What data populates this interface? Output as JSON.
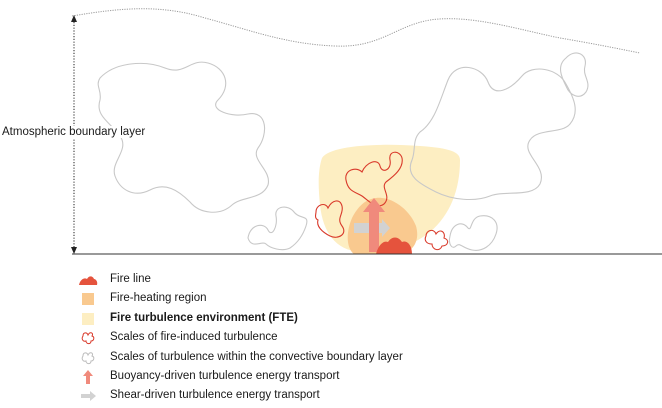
{
  "diagram": {
    "atmospheric_boundary_layer_label": "Atmospheric boundary layer"
  },
  "colors": {
    "fire_line": "#e5533d",
    "fire_heating_region": "#f9c98f",
    "fire_turbulence_environment": "#fdeec2",
    "fire_induced_turbulence": "#d93a2b",
    "convective_turbulence": "#c8c8c8",
    "buoyancy_arrow": "#f08a7c",
    "shear_arrow": "#cfcfcf"
  },
  "legend": {
    "items": [
      {
        "key": "fire_line",
        "label": "Fire line",
        "bold": false
      },
      {
        "key": "fire_heating_region",
        "label": "Fire-heating region",
        "bold": false
      },
      {
        "key": "fte",
        "label": "Fire turbulence environment (FTE)",
        "bold": true
      },
      {
        "key": "fire_induced",
        "label": "Scales of fire-induced turbulence",
        "bold": false
      },
      {
        "key": "cbl_turbulence",
        "label": "Scales of turbulence within the convective boundary layer",
        "bold": false
      },
      {
        "key": "buoyancy",
        "label": "Buoyancy-driven turbulence energy transport",
        "bold": false
      },
      {
        "key": "shear",
        "label": "Shear-driven turbulence energy transport",
        "bold": false
      }
    ]
  }
}
